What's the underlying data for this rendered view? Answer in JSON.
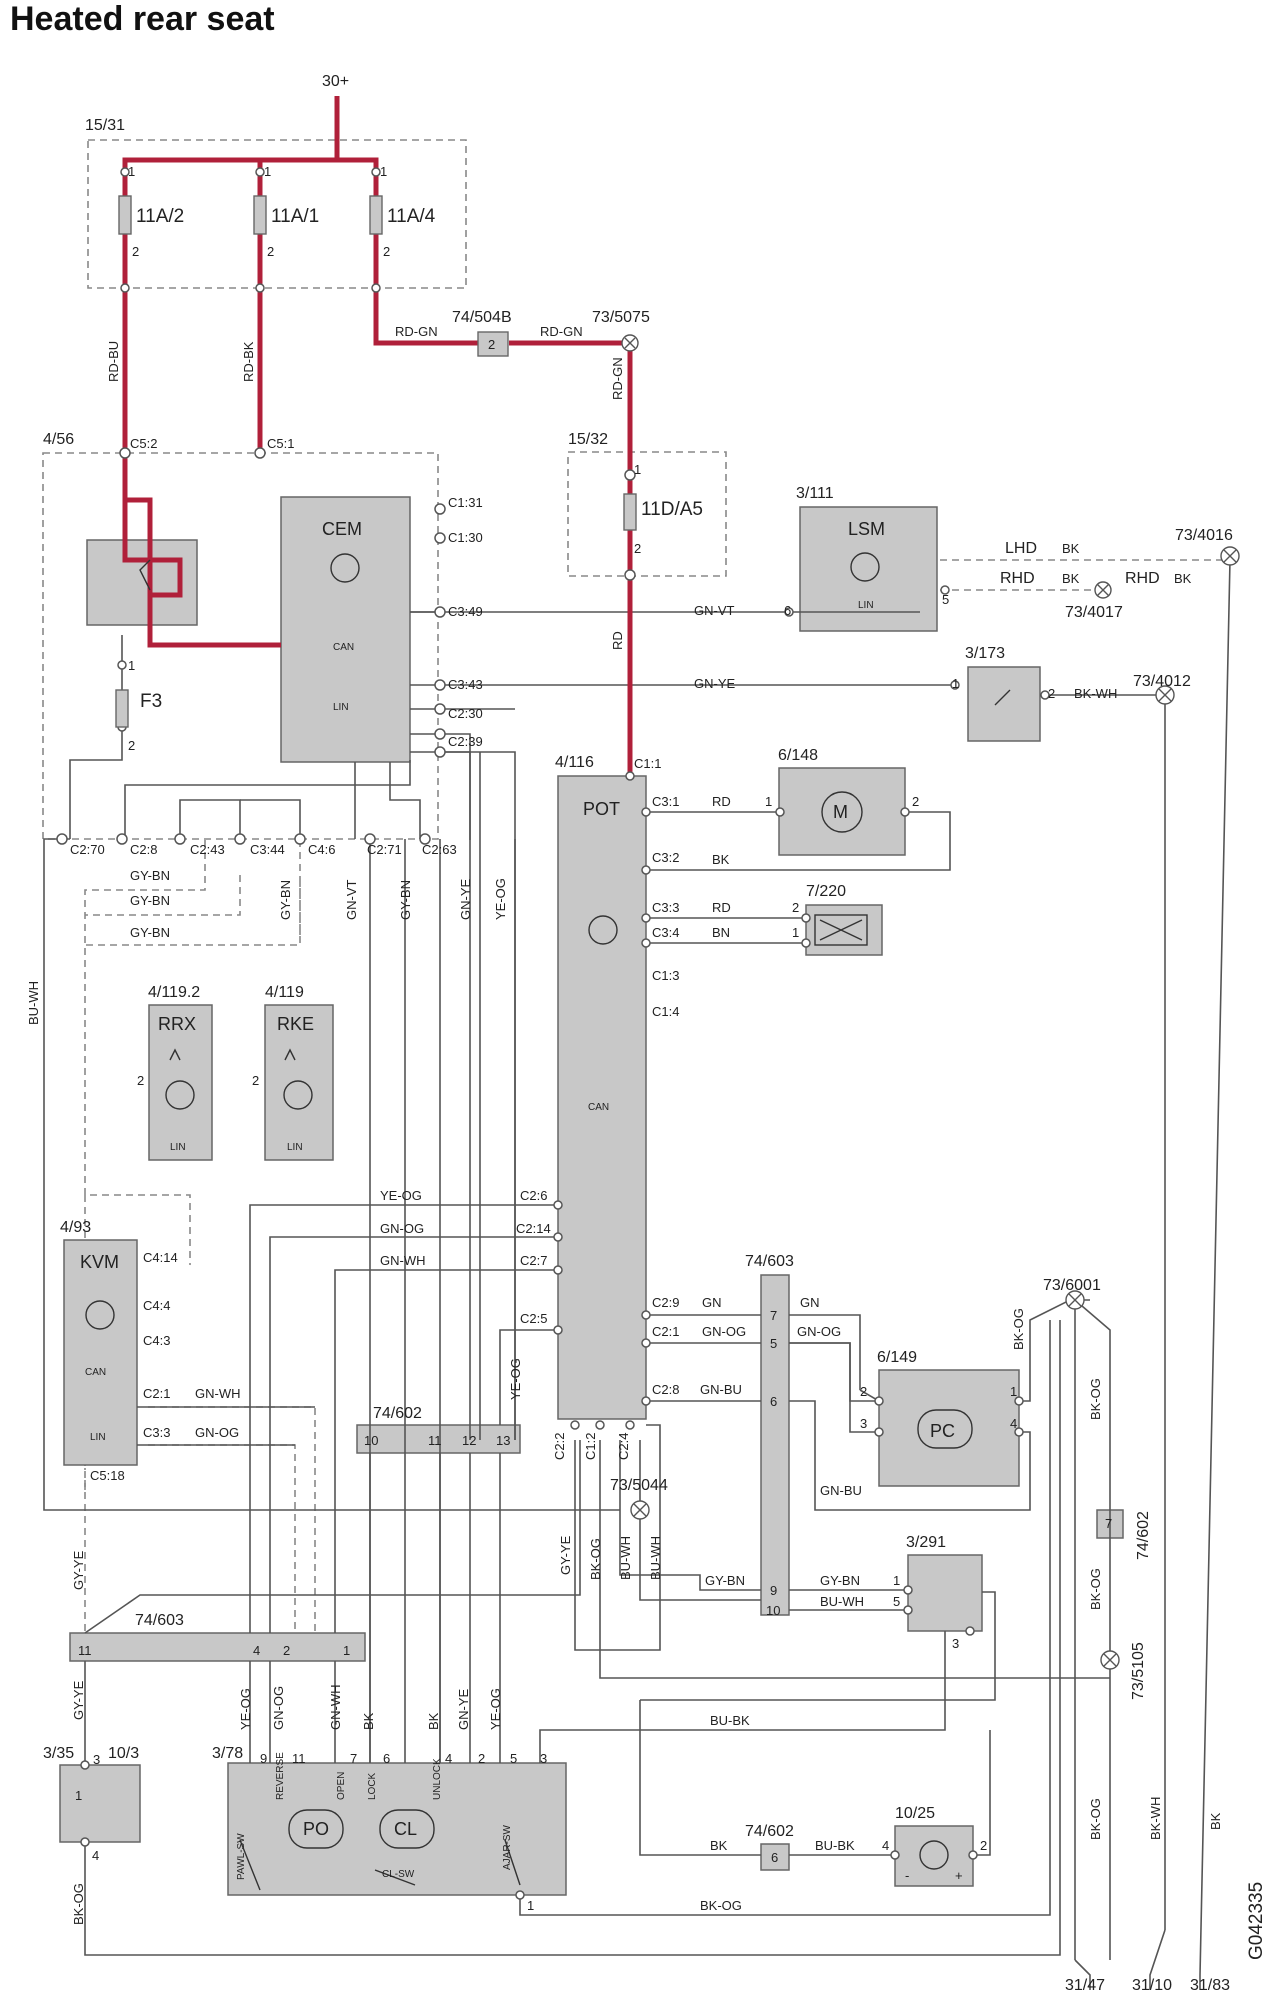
{
  "title": "Heated rear seat",
  "code": "G042335",
  "colors": {
    "power": "#b0203a",
    "wire": "#555555",
    "box": "#c8c8c8",
    "dash": "#888888"
  },
  "labels": [
    {
      "id": "supply",
      "t": "30+"
    },
    {
      "id": "fusebox",
      "t": "15/31"
    },
    {
      "id": "f1",
      "t": "11A/2"
    },
    {
      "id": "f2",
      "t": "11A/1"
    },
    {
      "id": "f3",
      "t": "11A/4"
    },
    {
      "id": "p1a",
      "t": "1"
    },
    {
      "id": "p1b",
      "t": "1"
    },
    {
      "id": "p1c",
      "t": "1"
    },
    {
      "id": "p2a",
      "t": "2"
    },
    {
      "id": "p2b",
      "t": "2"
    },
    {
      "id": "p2c",
      "t": "2"
    },
    {
      "id": "conn504",
      "t": "74/504B"
    },
    {
      "id": "pin504",
      "t": "2"
    },
    {
      "id": "w_rdgn1",
      "t": "RD-GN"
    },
    {
      "id": "w_rdgn2",
      "t": "RD-GN"
    },
    {
      "id": "w_rdgn3",
      "t": "RD-GN"
    },
    {
      "id": "g5075",
      "t": "73/5075"
    },
    {
      "id": "w_rdbu",
      "t": "RD-BU"
    },
    {
      "id": "w_rdbk",
      "t": "RD-BK"
    },
    {
      "id": "m456",
      "t": "4/56"
    },
    {
      "id": "c52",
      "t": "C5:2"
    },
    {
      "id": "c51",
      "t": "C5:1"
    },
    {
      "id": "cem",
      "t": "CEM"
    },
    {
      "id": "cemcan",
      "t": "CAN"
    },
    {
      "id": "cemlin",
      "t": "LIN"
    },
    {
      "id": "c131",
      "t": "C1:31"
    },
    {
      "id": "c130",
      "t": "C1:30"
    },
    {
      "id": "c349",
      "t": "C3:49"
    },
    {
      "id": "c343",
      "t": "C3:43"
    },
    {
      "id": "c230",
      "t": "C2:30"
    },
    {
      "id": "c239",
      "t": "C2:39"
    },
    {
      "id": "f3lbl",
      "t": "F3"
    },
    {
      "id": "f3p1",
      "t": "1"
    },
    {
      "id": "f3p2",
      "t": "2"
    },
    {
      "id": "m1532",
      "t": "15/32"
    },
    {
      "id": "f11d",
      "t": "11D/A5"
    },
    {
      "id": "f11dp1",
      "t": "1"
    },
    {
      "id": "f11dp2",
      "t": "2"
    },
    {
      "id": "w_rd",
      "t": "RD"
    },
    {
      "id": "m3111",
      "t": "3/111"
    },
    {
      "id": "lsm",
      "t": "LSM"
    },
    {
      "id": "lsmlin",
      "t": "LIN"
    },
    {
      "id": "lhd",
      "t": "LHD"
    },
    {
      "id": "rhd1",
      "t": "RHD"
    },
    {
      "id": "rhd2",
      "t": "RHD"
    },
    {
      "id": "bk1",
      "t": "BK"
    },
    {
      "id": "bk2",
      "t": "BK"
    },
    {
      "id": "bk3",
      "t": "BK"
    },
    {
      "id": "g4016",
      "t": "73/4016"
    },
    {
      "id": "g4017",
      "t": "73/4017"
    },
    {
      "id": "lsm6",
      "t": "6"
    },
    {
      "id": "lsm5",
      "t": "5"
    },
    {
      "id": "w_gnvt",
      "t": "GN-VT"
    },
    {
      "id": "w_gnye1",
      "t": "GN-YE"
    },
    {
      "id": "m3173",
      "t": "3/173"
    },
    {
      "id": "s173p1",
      "t": "1"
    },
    {
      "id": "s173p2",
      "t": "2"
    },
    {
      "id": "w_bkwh1",
      "t": "BK-WH"
    },
    {
      "id": "g4012",
      "t": "73/4012"
    },
    {
      "id": "m4116",
      "t": "4/116"
    },
    {
      "id": "pot",
      "t": "POT"
    },
    {
      "id": "potcan",
      "t": "CAN"
    },
    {
      "id": "c11",
      "t": "C1:1"
    },
    {
      "id": "m6148",
      "t": "6/148"
    },
    {
      "id": "c31",
      "t": "C3:1"
    },
    {
      "id": "c32",
      "t": "C3:2"
    },
    {
      "id": "w_rd2",
      "t": "RD"
    },
    {
      "id": "w_bk4",
      "t": "BK"
    },
    {
      "id": "mp1",
      "t": "1"
    },
    {
      "id": "mp2",
      "t": "2"
    },
    {
      "id": "motM",
      "t": "M"
    },
    {
      "id": "m7220",
      "t": "7/220"
    },
    {
      "id": "c33",
      "t": "C3:3"
    },
    {
      "id": "c34",
      "t": "C3:4"
    },
    {
      "id": "w_rd3",
      "t": "RD"
    },
    {
      "id": "w_bn",
      "t": "BN"
    },
    {
      "id": "hp2",
      "t": "2"
    },
    {
      "id": "hp1",
      "t": "1"
    },
    {
      "id": "c13",
      "t": "C1:3"
    },
    {
      "id": "c14",
      "t": "C1:4"
    },
    {
      "id": "c270",
      "t": "C2:70"
    },
    {
      "id": "c28",
      "t": "C2:8"
    },
    {
      "id": "c243",
      "t": "C2:43"
    },
    {
      "id": "c344",
      "t": "C3:44"
    },
    {
      "id": "c46",
      "t": "C4:6"
    },
    {
      "id": "c271",
      "t": "C2:71"
    },
    {
      "id": "c263",
      "t": "C2:63"
    },
    {
      "id": "w_gybn1",
      "t": "GY-BN"
    },
    {
      "id": "w_gybn2",
      "t": "GY-BN"
    },
    {
      "id": "w_gybn3",
      "t": "GY-BN"
    },
    {
      "id": "w_gybn4",
      "t": "GY-BN"
    },
    {
      "id": "w_gnvt2",
      "t": "GN-VT"
    },
    {
      "id": "w_gybn5",
      "t": "GY-BN"
    },
    {
      "id": "w_gnye2",
      "t": "GN-YE"
    },
    {
      "id": "w_yeog1",
      "t": "YE-OG"
    },
    {
      "id": "w_buwh1",
      "t": "BU-WH"
    },
    {
      "id": "m41192",
      "t": "4/119.2"
    },
    {
      "id": "rrx",
      "t": "RRX"
    },
    {
      "id": "rrxlin",
      "t": "LIN"
    },
    {
      "id": "rrxp2",
      "t": "2"
    },
    {
      "id": "m4119",
      "t": "4/119"
    },
    {
      "id": "rke",
      "t": "RKE"
    },
    {
      "id": "rkelin",
      "t": "LIN"
    },
    {
      "id": "rkep2",
      "t": "2"
    },
    {
      "id": "w_yeog2",
      "t": "YE-OG"
    },
    {
      "id": "w_gnog1",
      "t": "GN-OG"
    },
    {
      "id": "w_gnwh1",
      "t": "GN-WH"
    },
    {
      "id": "c26",
      "t": "C2:6"
    },
    {
      "id": "c214",
      "t": "C2:14"
    },
    {
      "id": "c27",
      "t": "C2:7"
    },
    {
      "id": "c25",
      "t": "C2:5"
    },
    {
      "id": "m493",
      "t": "4/93"
    },
    {
      "id": "kvm",
      "t": "KVM"
    },
    {
      "id": "kvmcan",
      "t": "CAN"
    },
    {
      "id": "kvmlin",
      "t": "LIN"
    },
    {
      "id": "c414",
      "t": "C4:14"
    },
    {
      "id": "c44",
      "t": "C4:4"
    },
    {
      "id": "c43",
      "t": "C4:3"
    },
    {
      "id": "c21",
      "t": "C2:1"
    },
    {
      "id": "c33k",
      "t": "C3:3"
    },
    {
      "id": "c518",
      "t": "C5:18"
    },
    {
      "id": "w_gnwh2",
      "t": "GN-WH"
    },
    {
      "id": "w_gnog2",
      "t": "GN-OG"
    },
    {
      "id": "m74602a",
      "t": "74/602"
    },
    {
      "id": "p10",
      "t": "10"
    },
    {
      "id": "p11",
      "t": "11"
    },
    {
      "id": "p12",
      "t": "12"
    },
    {
      "id": "p13",
      "t": "13"
    },
    {
      "id": "w_yeog3",
      "t": "YE-OG"
    },
    {
      "id": "c22",
      "t": "C2:2"
    },
    {
      "id": "c12",
      "t": "C1:2"
    },
    {
      "id": "c24",
      "t": "C2:4"
    },
    {
      "id": "c29",
      "t": "C2:9"
    },
    {
      "id": "c21p",
      "t": "C2:1"
    },
    {
      "id": "c28p",
      "t": "C2:8"
    },
    {
      "id": "w_gn1",
      "t": "GN"
    },
    {
      "id": "w_gn2",
      "t": "GN"
    },
    {
      "id": "w_gnog3",
      "t": "GN-OG"
    },
    {
      "id": "w_gnog4",
      "t": "GN-OG"
    },
    {
      "id": "w_gnbu1",
      "t": "GN-BU"
    },
    {
      "id": "w_gnbu2",
      "t": "GN-BU"
    },
    {
      "id": "m74603a",
      "t": "74/603"
    },
    {
      "id": "q7",
      "t": "7"
    },
    {
      "id": "q5",
      "t": "5"
    },
    {
      "id": "q6",
      "t": "6"
    },
    {
      "id": "q9",
      "t": "9"
    },
    {
      "id": "q10",
      "t": "10"
    },
    {
      "id": "m6149",
      "t": "6/149"
    },
    {
      "id": "pc",
      "t": "PC"
    },
    {
      "id": "pcp2",
      "t": "2"
    },
    {
      "id": "pcp3",
      "t": "3"
    },
    {
      "id": "pcp1",
      "t": "1"
    },
    {
      "id": "pcp4",
      "t": "4"
    },
    {
      "id": "g6001",
      "t": "73/6001"
    },
    {
      "id": "w_bkog1",
      "t": "BK-OG"
    },
    {
      "id": "w_bkog2",
      "t": "BK-OG"
    },
    {
      "id": "m74602b",
      "t": "74/602"
    },
    {
      "id": "r7",
      "t": "7"
    },
    {
      "id": "w_bkog3",
      "t": "BK-OG"
    },
    {
      "id": "g5044",
      "t": "73/5044"
    },
    {
      "id": "w_gyye1",
      "t": "GY-YE"
    },
    {
      "id": "w_bkog4",
      "t": "BK-OG"
    },
    {
      "id": "w_buwh2",
      "t": "BU-WH"
    },
    {
      "id": "w_buwh3",
      "t": "BU-WH"
    },
    {
      "id": "w_gybn6",
      "t": "GY-BN"
    },
    {
      "id": "w_gybn7",
      "t": "GY-BN"
    },
    {
      "id": "w_buwh4",
      "t": "BU-WH"
    },
    {
      "id": "m3291",
      "t": "3/291"
    },
    {
      "id": "s291p1",
      "t": "1"
    },
    {
      "id": "s291p5",
      "t": "5"
    },
    {
      "id": "s291p3",
      "t": "3"
    },
    {
      "id": "g5105",
      "t": "73/5105"
    },
    {
      "id": "w_gyye2",
      "t": "GY-YE"
    },
    {
      "id": "m74603b",
      "t": "74/603"
    },
    {
      "id": "b11",
      "t": "11"
    },
    {
      "id": "b4",
      "t": "4"
    },
    {
      "id": "b2",
      "t": "2"
    },
    {
      "id": "b1",
      "t": "1"
    },
    {
      "id": "w_gyye3",
      "t": "GY-YE"
    },
    {
      "id": "w_yeog4",
      "t": "YE-OG"
    },
    {
      "id": "w_gnog5",
      "t": "GN-OG"
    },
    {
      "id": "w_gnwh3",
      "t": "GN-WH"
    },
    {
      "id": "w_bk5",
      "t": "BK"
    },
    {
      "id": "w_bk6",
      "t": "BK"
    },
    {
      "id": "w_gnye3",
      "t": "GN-YE"
    },
    {
      "id": "w_yeog5",
      "t": "YE-OG"
    },
    {
      "id": "w_bubk1",
      "t": "BU-BK"
    },
    {
      "id": "m335",
      "t": "3/35"
    },
    {
      "id": "m103",
      "t": "10/3"
    },
    {
      "id": "h3",
      "t": "3"
    },
    {
      "id": "h1",
      "t": "1"
    },
    {
      "id": "h4",
      "t": "4"
    },
    {
      "id": "w_bkog5",
      "t": "BK-OG"
    },
    {
      "id": "m378",
      "t": "3/78"
    },
    {
      "id": "l9",
      "t": "9"
    },
    {
      "id": "l11",
      "t": "11"
    },
    {
      "id": "l7",
      "t": "7"
    },
    {
      "id": "l6",
      "t": "6"
    },
    {
      "id": "l4",
      "t": "4"
    },
    {
      "id": "l2",
      "t": "2"
    },
    {
      "id": "l5",
      "t": "5"
    },
    {
      "id": "l3",
      "t": "3"
    },
    {
      "id": "l1",
      "t": "1"
    },
    {
      "id": "reverse",
      "t": "REVERSE"
    },
    {
      "id": "open",
      "t": "OPEN"
    },
    {
      "id": "lock",
      "t": "LOCK"
    },
    {
      "id": "unlock",
      "t": "UNLOCK"
    },
    {
      "id": "po",
      "t": "PO"
    },
    {
      "id": "cl",
      "t": "CL"
    },
    {
      "id": "pawlsw",
      "t": "PAWL-SW"
    },
    {
      "id": "clsw",
      "t": "CL-SW"
    },
    {
      "id": "ajarsw",
      "t": "AJAR-SW"
    },
    {
      "id": "m74602c",
      "t": "74/602"
    },
    {
      "id": "c6",
      "t": "6"
    },
    {
      "id": "w_bk7",
      "t": "BK"
    },
    {
      "id": "w_bubk2",
      "t": "BU-BK"
    },
    {
      "id": "m1025",
      "t": "10/25"
    },
    {
      "id": "lp4",
      "t": "4"
    },
    {
      "id": "lp2",
      "t": "2"
    },
    {
      "id": "minus",
      "t": "-"
    },
    {
      "id": "plus",
      "t": "+"
    },
    {
      "id": "w_bkog6",
      "t": "BK-OG"
    },
    {
      "id": "w_bkog7",
      "t": "BK-OG"
    },
    {
      "id": "w_bkwh2",
      "t": "BK-WH"
    },
    {
      "id": "w_bk8",
      "t": "BK"
    },
    {
      "id": "g3147",
      "t": "31/47"
    },
    {
      "id": "g3110",
      "t": "31/10"
    },
    {
      "id": "g3183",
      "t": "31/83"
    }
  ]
}
